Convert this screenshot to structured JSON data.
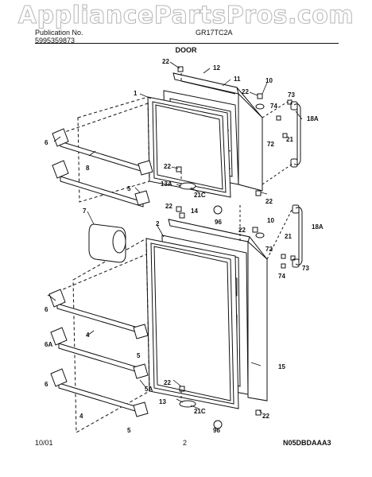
{
  "watermark": "AppliancePartsPros.com",
  "header": {
    "publication_label": "Publication No.",
    "publication_number": "5995359873",
    "model": "GR17TC2A",
    "section_title": "DOOR"
  },
  "footer": {
    "date": "10/01",
    "page": "2",
    "code": "N05DBDAAA3"
  },
  "callouts": [
    "22",
    "12",
    "11",
    "1",
    "10",
    "73",
    "74",
    "18A",
    "22",
    "72",
    "21",
    "6",
    "8",
    "22",
    "13A",
    "21C",
    "22",
    "5",
    "7",
    "22",
    "14",
    "96",
    "10",
    "2",
    "22",
    "18A",
    "21",
    "6",
    "72",
    "73",
    "74",
    "4",
    "6A",
    "15",
    "5",
    "6",
    "5A",
    "22",
    "13",
    "21C",
    "4",
    "22",
    "5",
    "96"
  ]
}
